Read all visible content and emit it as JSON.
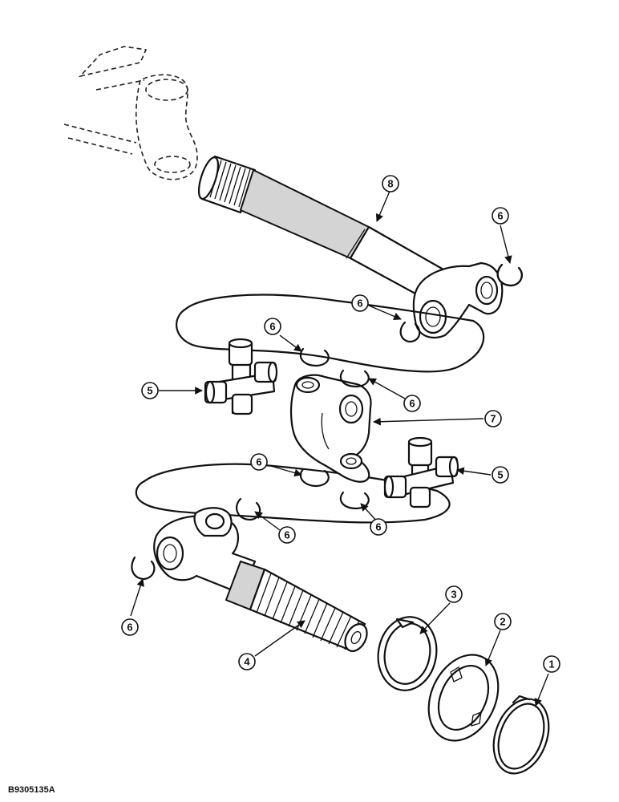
{
  "figure_code": "B9305135A",
  "callouts": {
    "c1": "1",
    "c2": "2",
    "c3": "3",
    "c4": "4",
    "c5a": "5",
    "c5b": "5",
    "c6a": "6",
    "c6b": "6",
    "c6c": "6",
    "c6d": "6",
    "c6e": "6",
    "c6f": "6",
    "c6g": "6",
    "c6h": "6",
    "c7": "7",
    "c8": "8"
  }
}
